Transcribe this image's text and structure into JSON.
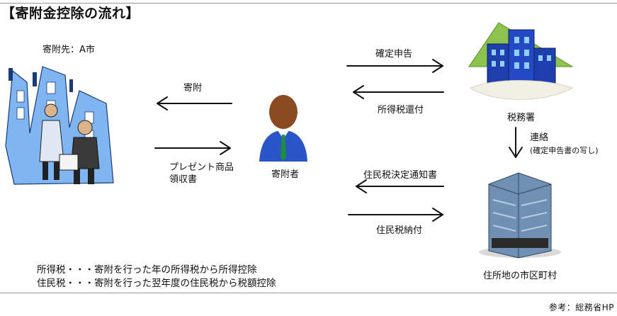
{
  "title": "【寄附金控除の流れ】",
  "donation_target": "寄附先：A市",
  "donor": "寄附者",
  "tax_office": "税務署",
  "municipality": "住所地の市区町村",
  "arrows": {
    "donation": "寄附",
    "gift_line1": "プレゼント商品",
    "gift_line2": "領収書",
    "tax_return": "確定申告",
    "income_tax_refund": "所得税還付",
    "contact": "連絡",
    "contact_note": "(確定申告書の写し)",
    "resident_tax_notice": "住民税決定通知書",
    "resident_tax_payment": "住民税納付"
  },
  "notes": [
    "所得税・・・寄附を行った年の所得税から所得控除",
    "住民税・・・寄附を行った翌年度の住民税から税額控除"
  ],
  "source": "参考：総務省HP",
  "colors": {
    "arrow": "#111111",
    "rule": "#9a9a9a",
    "city_blue": "#3a7fd6",
    "person_suit": "#2a55c8",
    "person_skin": "#8a4a22",
    "tie": "#1f8f3a",
    "office_blue": "#1f3fae",
    "office_roof": "#6aa23a",
    "tower_glass": "#6f8fb3"
  }
}
